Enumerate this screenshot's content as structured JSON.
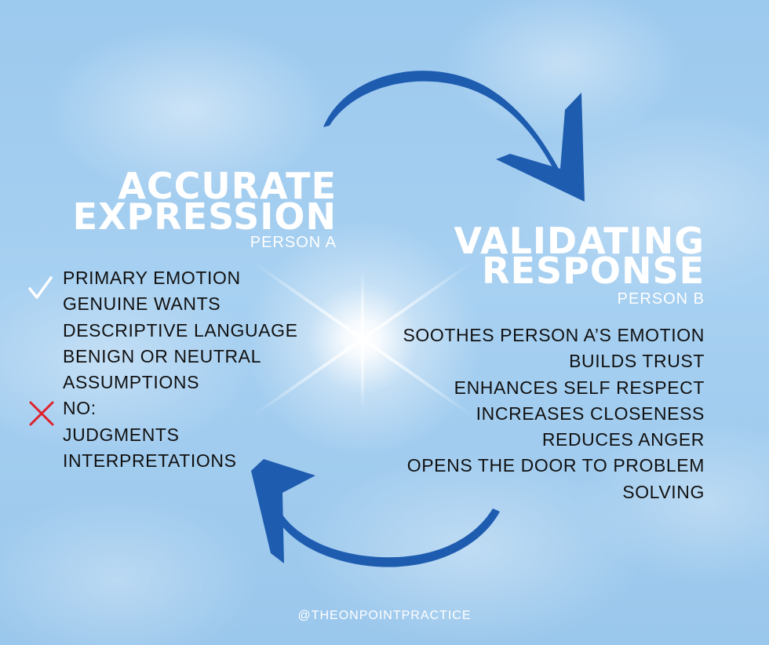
{
  "left": {
    "title_line1": "ACCURATE",
    "title_line2": "EXPRESSION",
    "subtitle": "PERSON A",
    "items": [
      "PRIMARY EMOTION",
      "GENUINE WANTS",
      "DESCRIPTIVE LANGUAGE",
      "BENIGN OR NEUTRAL",
      "ASSUMPTIONS",
      "NO:",
      "JUDGMENTS",
      "INTERPRETATIONS"
    ]
  },
  "right": {
    "title_line1": "VALIDATING",
    "title_line2": "RESPONSE",
    "subtitle": "PERSON B",
    "items": [
      "SOOTHES PERSON A’S EMOTION",
      "BUILDS TRUST",
      "ENHANCES SELF RESPECT",
      "INCREASES CLOSENESS",
      "REDUCES ANGER",
      "OPENS THE DOOR TO PROBLEM",
      "SOLVING"
    ]
  },
  "icons": {
    "check": "check-icon",
    "cross": "cross-icon",
    "arrow_top": "curved-arrow-icon",
    "arrow_bottom": "curved-arrow-icon"
  },
  "footer": "@THEONPOINTPRACTICE",
  "colors": {
    "arrow": "#1e5cb0",
    "cross": "#e0202a",
    "check": "#ffffff",
    "heading": "#ffffff",
    "text": "#111111"
  }
}
